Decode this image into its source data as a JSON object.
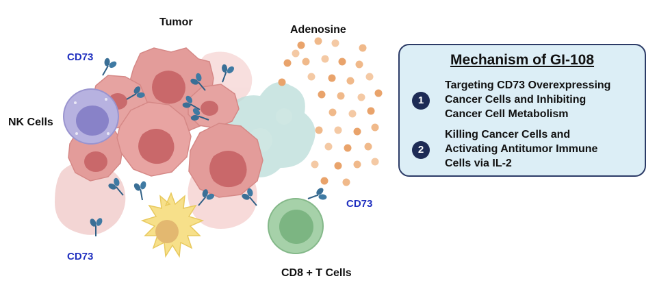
{
  "labels": {
    "tumor": "Tumor",
    "adenosine": "Adenosine",
    "nk_cells": "NK Cells",
    "cd8_t_cells": "CD8 + T Cells",
    "cd73_top": "CD73",
    "cd73_right": "CD73",
    "cd73_bottom": "CD73"
  },
  "mechanism": {
    "title": "Mechanism of GI-108",
    "items": [
      {
        "number": "1",
        "lines": [
          "Targeting CD73 Overexpressing",
          "Cancer Cells and Inhibiting",
          "Cancer Cell Metabolism"
        ]
      },
      {
        "number": "2",
        "lines": [
          "Killing Cancer Cells and",
          "Activating Antitumor Immune",
          "Cells via IL-2"
        ]
      }
    ]
  },
  "colors": {
    "tumor_cell": "#e8a2a0",
    "tumor_nucleus": "#c96a6c",
    "nk_cell": "#b7b2e0",
    "t_cell": "#9ccaa0",
    "dendritic_cell": "#f7e08a",
    "adenosine": "#e9a36b",
    "cd73_receptor": "#3a6f96",
    "label_blue": "#1f2fbf",
    "box_fill": "#dceef6",
    "box_border": "#2b3a66"
  }
}
